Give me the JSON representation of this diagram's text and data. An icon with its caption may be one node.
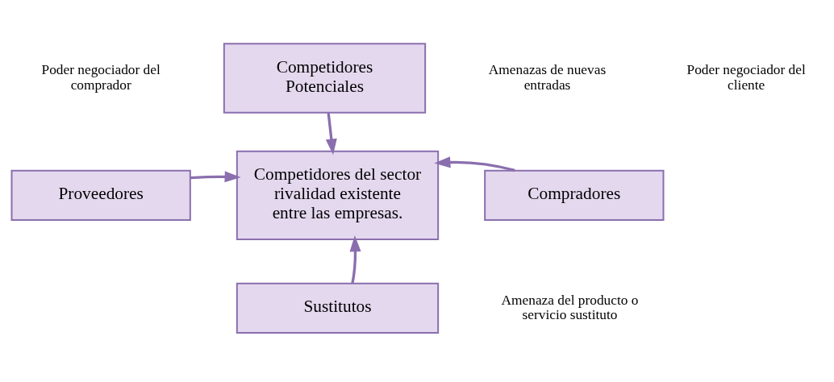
{
  "diagram": {
    "nodes": [
      {
        "text": [
          "Competidores Potenciales"
        ]
      },
      {
        "text": [
          "Proveedores"
        ]
      },
      {
        "text": [
          "Competidores del sector rivalidad existente entre las empresas."
        ]
      },
      {
        "text": [
          "Compradores"
        ]
      },
      {
        "text": [
          "Sustitutos"
        ]
      }
    ],
    "edges": [
      {
        "from": 0,
        "to": 2,
        "arrow": "to"
      },
      {
        "from": 1,
        "to": 2,
        "arrow": "to"
      },
      {
        "from": 3,
        "to": 2,
        "arrow": "to"
      },
      {
        "from": 4,
        "to": 2,
        "arrow": "to"
      }
    ],
    "labels": [
      "Poder negociador del comprador",
      "Amenazas de nuevas entradas",
      "Poder negociador del cliente",
      "Amenaza del producto o servicio sustituto"
    ]
  }
}
